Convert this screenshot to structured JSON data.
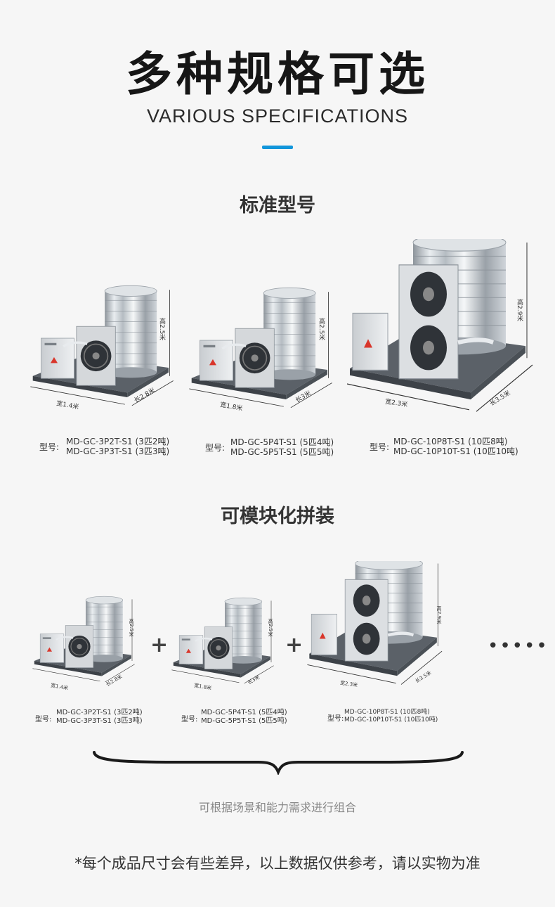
{
  "header": {
    "title": "多种规格可选",
    "subtitle_en": "VARIOUS SPECIFICATIONS",
    "accent_color": "#1296db"
  },
  "standard": {
    "title": "标准型号",
    "units": [
      {
        "label": "型号:",
        "models": [
          "MD-GC-3P2T-S1 (3匹2吨)",
          "MD-GC-3P3T-S1 (3匹3吨)"
        ],
        "dim_w": "宽1.4米",
        "dim_l": "长2.8米",
        "dim_h": "高2.5米"
      },
      {
        "label": "型号:",
        "models": [
          "MD-GC-5P4T-S1 (5匹4吨)",
          "MD-GC-5P5T-S1 (5匹5吨)"
        ],
        "dim_w": "宽1.8米",
        "dim_l": "长3米",
        "dim_h": "高2.5米"
      },
      {
        "label": "型号:",
        "models": [
          "MD-GC-10P8T-S1 (10匹8吨)",
          "MD-GC-10P10T-S1 (10匹10吨)"
        ],
        "dim_w": "宽2.3米",
        "dim_l": "长3.5米",
        "dim_h": "高2.9米"
      }
    ]
  },
  "modular": {
    "title": "可模块化拼装",
    "plus": "+",
    "more": "•••••",
    "units": [
      {
        "label": "型号:",
        "models": [
          "MD-GC-3P2T-S1 (3匹2吨)",
          "MD-GC-3P3T-S1 (3匹3吨)"
        ],
        "dim_w": "宽1.4米",
        "dim_l": "长2.8米",
        "dim_h": "高2.5米"
      },
      {
        "label": "型号:",
        "models": [
          "MD-GC-5P4T-S1 (5匹4吨)",
          "MD-GC-5P5T-S1 (5匹5吨)"
        ],
        "dim_w": "宽1.8米",
        "dim_l": "长3米",
        "dim_h": "高2.5米"
      },
      {
        "label": "型号:",
        "models": [
          "MD-GC-10P8T-S1 (10匹8吨)",
          "MD-GC-10P10T-S1 (10匹10吨)"
        ],
        "dim_w": "宽2.3米",
        "dim_l": "长3.5米",
        "dim_h": "高2.9米"
      }
    ],
    "caption": "可根据场景和能力需求进行组合"
  },
  "footer": {
    "note": "*每个成品尺寸会有些差异，以上数据仅供参考，请以实物为准"
  }
}
